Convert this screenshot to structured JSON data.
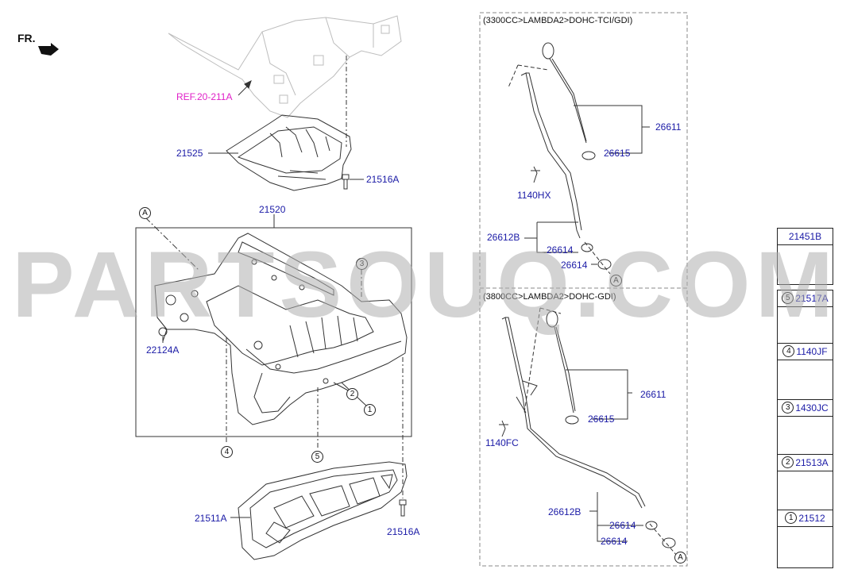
{
  "orientation_label": "FR.",
  "reference": "REF.20-211A",
  "watermark": "PARTSOUQ.COM",
  "colors": {
    "part_number": "#1a1aa6",
    "reference": "#e020c8",
    "line": "#333333",
    "watermark": "#afafaf"
  },
  "left_labels": {
    "skid_plate": "21525",
    "bolt_top": "21516A",
    "oil_pan_assy": "21520",
    "drain_plug_gasket": "22124A",
    "lower_pan": "21511A",
    "bolt_bottom": "21516A",
    "callout_a": "A",
    "callout_3": "3",
    "callout_2": "2",
    "callout_1": "1",
    "callout_4": "4",
    "callout_5": "5"
  },
  "engine_3300": {
    "title": "(3300CC>LAMBDA2>DOHC-TCI/GDI)",
    "gauge": "26611",
    "oring_gauge": "26615",
    "bolt": "1140HX",
    "guide": "26612B",
    "oring_1": "26614",
    "oring_2": "26614",
    "callout_a": "A"
  },
  "engine_3800": {
    "title": "(3800CC>LAMBDA2>DOHC-GDI)",
    "gauge": "26611",
    "oring_gauge": "26615",
    "bolt": "1140FC",
    "guide": "26612B",
    "oring_1": "26614",
    "oring_2": "26614",
    "callout_a": "A"
  },
  "legend": [
    {
      "num": "",
      "part": "21451B",
      "icon": "sealant-tube-icon"
    },
    {
      "num": "5",
      "part": "21517A",
      "icon": "long-bolt-icon"
    },
    {
      "num": "4",
      "part": "1140JF",
      "icon": "flange-bolt-icon"
    },
    {
      "num": "3",
      "part": "1430JC",
      "icon": "dowel-pin-icon"
    },
    {
      "num": "2",
      "part": "21513A",
      "icon": "gasket-ring-icon"
    },
    {
      "num": "1",
      "part": "21512",
      "icon": "drain-plug-icon"
    }
  ]
}
